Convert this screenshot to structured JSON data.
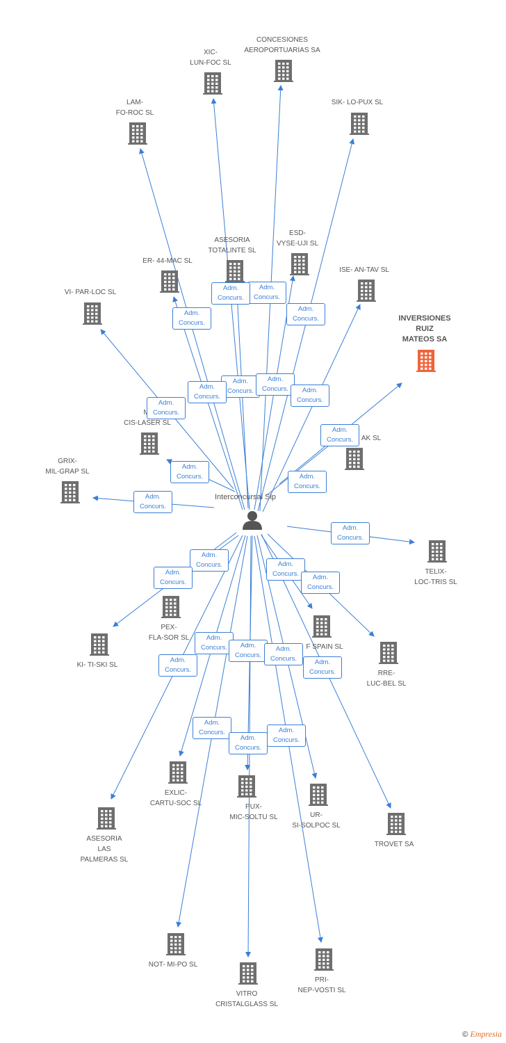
{
  "center": {
    "name": "Interconcursal Slp",
    "icon": "person-icon"
  },
  "edge_label": "Adm.\nConcurs.",
  "colors": {
    "edge": "#3a7fd5",
    "building": "#6e6e6e",
    "highlight": "#f0643a"
  },
  "nodes": [
    {
      "name": "CONCESIONES\nAEROPORTUARIAS SA",
      "icon": "building-icon"
    },
    {
      "name": "XIC-\nLUN-FOC SL",
      "icon": "building-icon"
    },
    {
      "name": "SIK- LO-PUX SL",
      "icon": "building-icon"
    },
    {
      "name": "LAM-\nFO-ROC SL",
      "icon": "building-icon"
    },
    {
      "name": "ASESORIA\nTOTALINTE SL",
      "icon": "building-icon"
    },
    {
      "name": "ESD-\nVYSE-UJI SL",
      "icon": "building-icon"
    },
    {
      "name": "ER- 44-MAC SL",
      "icon": "building-icon"
    },
    {
      "name": "ISE- AN-TAV SL",
      "icon": "building-icon"
    },
    {
      "name": "VI- PAR-LOC SL",
      "icon": "building-icon"
    },
    {
      "name": "INVERSIONES\nRUIZ\nMATEOS SA",
      "icon": "building-icon",
      "highlight": true
    },
    {
      "name": "MI\nCIS-LASER SL",
      "icon": "building-icon"
    },
    {
      "name": "AK SL",
      "icon": "building-icon"
    },
    {
      "name": "GRIX-\nMIL-GRAP SL",
      "icon": "building-icon"
    },
    {
      "name": "TELIX-\nLOC-TRIS SL",
      "icon": "building-icon"
    },
    {
      "name": "PEX-\nFLA-SOR SL",
      "icon": "building-icon"
    },
    {
      "name": "KI- TI-SKI SL",
      "icon": "building-icon"
    },
    {
      "name": "F SPAIN SL",
      "icon": "building-icon"
    },
    {
      "name": "RRE-\nLUC-BEL SL",
      "icon": "building-icon"
    },
    {
      "name": "EXLIC-\nCARTU-SOC SL",
      "icon": "building-icon"
    },
    {
      "name": "PUX-\nMIC-SOLTU SL",
      "icon": "building-icon"
    },
    {
      "name": "UR-\nSI-SOLPOC SL",
      "icon": "building-icon"
    },
    {
      "name": "TROVET SA",
      "icon": "building-icon"
    },
    {
      "name": "ASESORIA\nLAS\nPALMERAS SL",
      "icon": "building-icon"
    },
    {
      "name": "NOT- MI-PO SL",
      "icon": "building-icon"
    },
    {
      "name": "VITRO\nCRISTALGLASS SL",
      "icon": "building-icon"
    },
    {
      "name": "PRI-\nNEP-VOSTI SL",
      "icon": "building-icon"
    }
  ],
  "footer": {
    "copyright": "©",
    "brand": "Empresia"
  }
}
